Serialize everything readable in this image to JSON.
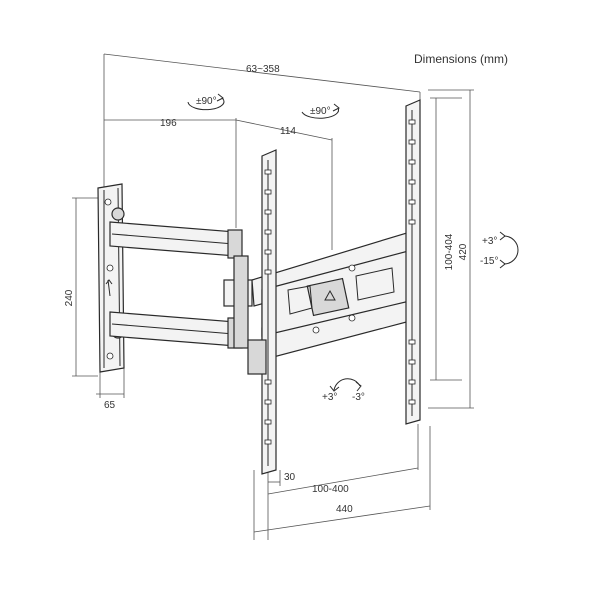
{
  "title": "Dimensions (mm)",
  "dimensions": {
    "arm_extension": "63~358",
    "arm_segment_1": "196",
    "arm_segment_2": "114",
    "wall_plate_height": "240",
    "wall_plate_depth": "65",
    "vesa_vertical": "100-404",
    "bracket_height": "420",
    "vesa_min_spacing": "30",
    "vesa_horizontal": "100-400",
    "bracket_width": "440"
  },
  "rotations": {
    "swivel_1": "±90°",
    "swivel_2": "±90°",
    "tilt_up": "+3°",
    "tilt_down": "-15°",
    "level_plus": "+3°",
    "level_minus": "-3°"
  },
  "colors": {
    "line": "#2a2a2a",
    "dimension": "#555555",
    "text": "#333333"
  }
}
